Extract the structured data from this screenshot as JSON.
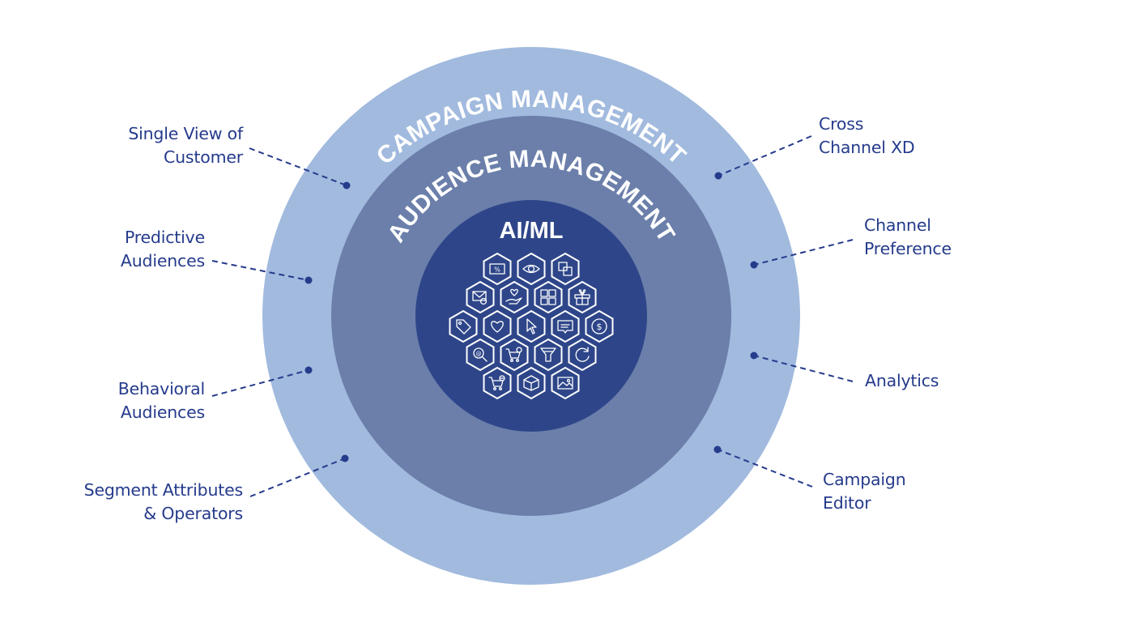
{
  "colors": {
    "outer_ring": "#a1bade",
    "middle_ring": "#6b7faa",
    "inner_core": "#2e4689",
    "label_text": "#253b8c",
    "connector": "#253b8c",
    "ring_text": "#ffffff"
  },
  "rings": {
    "outer": {
      "title": "CAMPAIGN MANAGEMENT"
    },
    "middle": {
      "title": "AUDIENCE MANAGEMENT"
    },
    "core": {
      "title": "AI/ML"
    }
  },
  "core_icons": [
    [
      "coupon-icon",
      "eye-icon",
      "layers-icon"
    ],
    [
      "email-clock-icon",
      "heart-hand-icon",
      "grid-icon",
      "gift-icon"
    ],
    [
      "price-tag-icon",
      "heart-icon",
      "cursor-icon",
      "chat-icon",
      "dollar-coin-icon"
    ],
    [
      "email-search-icon",
      "cart-check-icon",
      "funnel-icon",
      "refresh-icon"
    ],
    [
      "cart-remove-icon",
      "package-icon",
      "image-icon"
    ]
  ],
  "left_labels": [
    {
      "lines": [
        "Single View of",
        "Customer"
      ]
    },
    {
      "lines": [
        "Predictive",
        "Audiences"
      ]
    },
    {
      "lines": [
        "Behavioral",
        "Audiences"
      ]
    },
    {
      "lines": [
        "Segment Attributes",
        "& Operators"
      ]
    }
  ],
  "right_labels": [
    {
      "lines": [
        "Cross",
        "Channel XD"
      ]
    },
    {
      "lines": [
        "Channel",
        "Preference"
      ]
    },
    {
      "lines": [
        "Analytics"
      ]
    },
    {
      "lines": [
        "Campaign",
        "Editor"
      ]
    }
  ]
}
